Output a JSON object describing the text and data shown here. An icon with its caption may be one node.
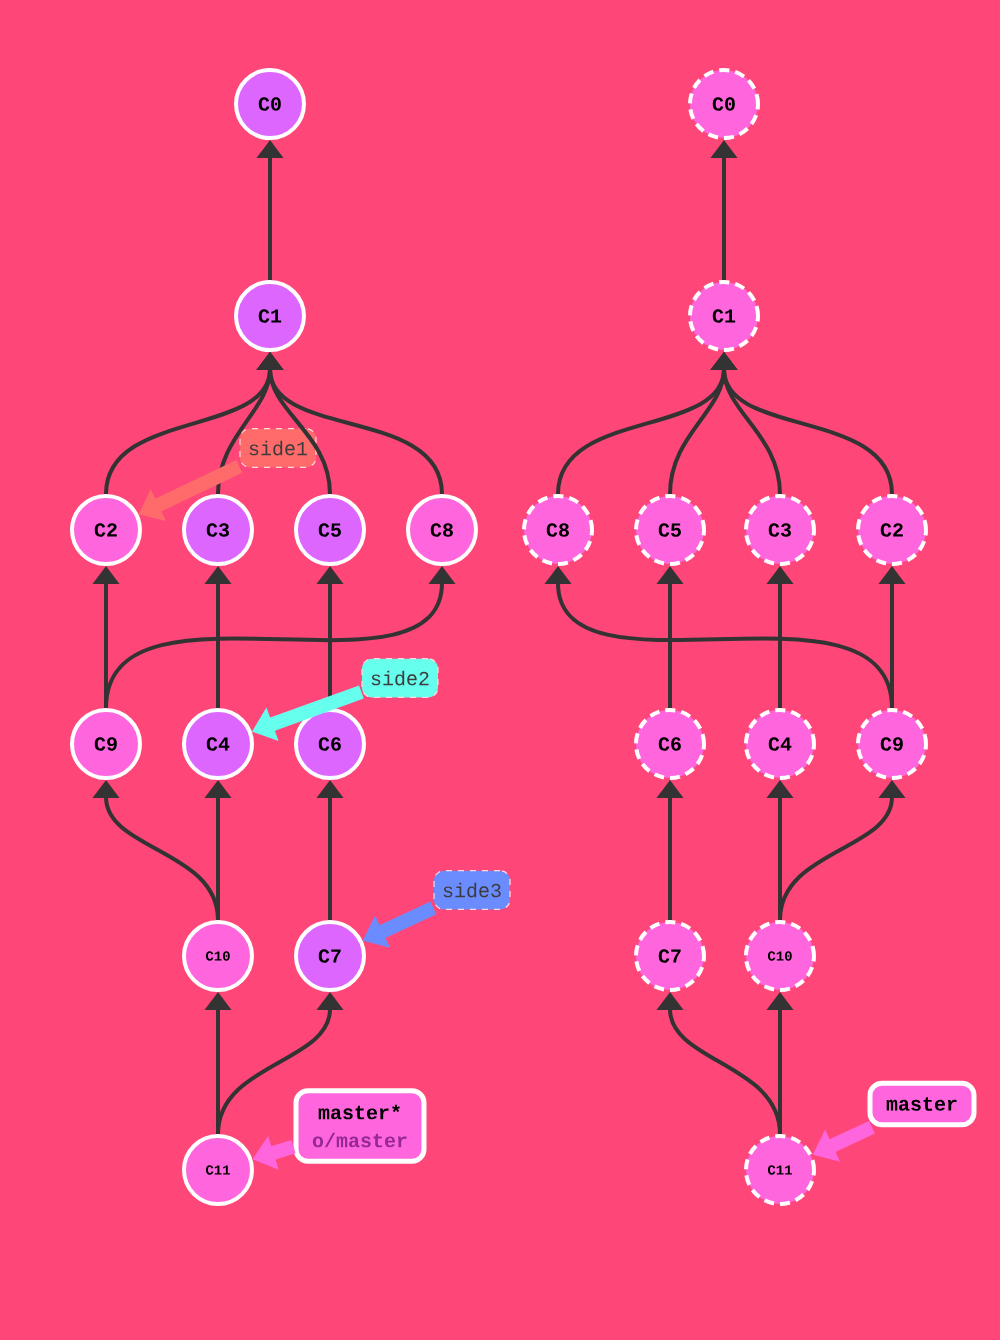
{
  "diagram": {
    "nodes": [
      {
        "text": [
          "C0"
        ]
      },
      {
        "text": [
          "C1"
        ]
      },
      {
        "text": [
          "C2"
        ]
      },
      {
        "text": [
          "C3"
        ]
      },
      {
        "text": [
          "C5"
        ]
      },
      {
        "text": [
          "C8"
        ]
      },
      {
        "text": [
          "C9"
        ]
      },
      {
        "text": [
          "C4"
        ]
      },
      {
        "text": [
          "C6"
        ]
      },
      {
        "text": [
          "C10"
        ]
      },
      {
        "text": [
          "C7"
        ]
      },
      {
        "text": [
          "C11"
        ]
      },
      {
        "text": [
          "side1"
        ]
      },
      {
        "text": [
          "side2"
        ]
      },
      {
        "text": [
          "side3"
        ]
      },
      {
        "text": [
          "master*",
          "o/master"
        ]
      },
      {
        "text": [
          "C0"
        ]
      },
      {
        "text": [
          "C1"
        ]
      },
      {
        "text": [
          "C8"
        ]
      },
      {
        "text": [
          "C5"
        ]
      },
      {
        "text": [
          "C3"
        ]
      },
      {
        "text": [
          "C2"
        ]
      },
      {
        "text": [
          "C6"
        ]
      },
      {
        "text": [
          "C4"
        ]
      },
      {
        "text": [
          "C9"
        ]
      },
      {
        "text": [
          "C7"
        ]
      },
      {
        "text": [
          "C10"
        ]
      },
      {
        "text": [
          "C11"
        ]
      },
      {
        "text": [
          "master"
        ]
      }
    ],
    "edges": [
      {
        "from": 1,
        "to": 0,
        "arrow": "to"
      },
      {
        "from": 2,
        "to": 1,
        "arrow": "to"
      },
      {
        "from": 3,
        "to": 1,
        "arrow": "to"
      },
      {
        "from": 4,
        "to": 1,
        "arrow": "to"
      },
      {
        "from": 5,
        "to": 1,
        "arrow": "to"
      },
      {
        "from": 6,
        "to": 2,
        "arrow": "to"
      },
      {
        "from": 6,
        "to": 5,
        "arrow": "to"
      },
      {
        "from": 7,
        "to": 3,
        "arrow": "to"
      },
      {
        "from": 8,
        "to": 4,
        "arrow": "to"
      },
      {
        "from": 9,
        "to": 6,
        "arrow": "to"
      },
      {
        "from": 9,
        "to": 7,
        "arrow": "to"
      },
      {
        "from": 10,
        "to": 8,
        "arrow": "to"
      },
      {
        "from": 11,
        "to": 9,
        "arrow": "to"
      },
      {
        "from": 11,
        "to": 10,
        "arrow": "to"
      },
      {
        "from": 12,
        "to": 2,
        "arrow": "to",
        "style": "thick",
        "color": "#ff6b6b"
      },
      {
        "from": 13,
        "to": 7,
        "arrow": "to",
        "style": "thick",
        "color": "#66ffee"
      },
      {
        "from": 14,
        "to": 10,
        "arrow": "to",
        "style": "thick",
        "color": "#6b8cff"
      },
      {
        "from": 15,
        "to": 11,
        "arrow": "to",
        "style": "thick",
        "color": "#ff66dd"
      },
      {
        "from": 17,
        "to": 16,
        "arrow": "to"
      },
      {
        "from": 18,
        "to": 17,
        "arrow": "to"
      },
      {
        "from": 19,
        "to": 17,
        "arrow": "to"
      },
      {
        "from": 20,
        "to": 17,
        "arrow": "to"
      },
      {
        "from": 21,
        "to": 17,
        "arrow": "to"
      },
      {
        "from": 22,
        "to": 19,
        "arrow": "to"
      },
      {
        "from": 23,
        "to": 20,
        "arrow": "to"
      },
      {
        "from": 24,
        "to": 21,
        "arrow": "to"
      },
      {
        "from": 24,
        "to": 18,
        "arrow": "to"
      },
      {
        "from": 25,
        "to": 22,
        "arrow": "to"
      },
      {
        "from": 26,
        "to": 23,
        "arrow": "to"
      },
      {
        "from": 26,
        "to": 24,
        "arrow": "to"
      },
      {
        "from": 27,
        "to": 25,
        "arrow": "to"
      },
      {
        "from": 27,
        "to": 26,
        "arrow": "to"
      },
      {
        "from": 28,
        "to": 27,
        "arrow": "to",
        "style": "thick",
        "color": "#ff66dd"
      }
    ]
  }
}
